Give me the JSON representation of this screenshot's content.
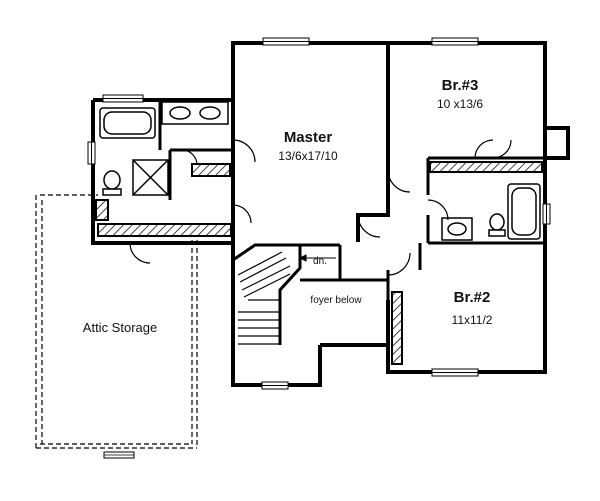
{
  "rooms": {
    "master": {
      "name": "Master",
      "size": "13/6x17/10"
    },
    "br3": {
      "name": "Br.#3",
      "size": "10 x13/6"
    },
    "br2": {
      "name": "Br.#2",
      "size": "11x11/2"
    },
    "attic": {
      "name": "Attic Storage"
    },
    "foyer": {
      "name": "foyer below"
    },
    "stairs": {
      "direction": "dn."
    }
  }
}
